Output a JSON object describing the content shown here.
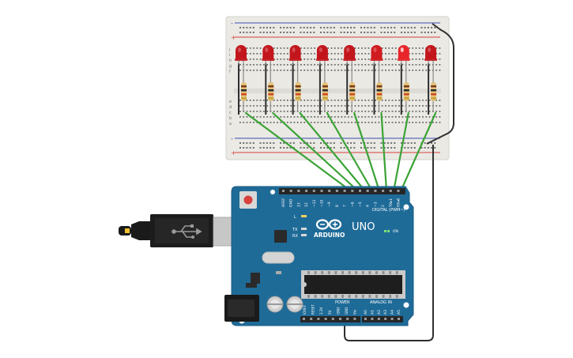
{
  "breadboard": {
    "rail_symbols": [
      "-",
      "+"
    ],
    "row_letters_top": [
      "j",
      "i",
      "h",
      "g",
      "f"
    ],
    "row_letters_bottom": [
      "e",
      "d",
      "c",
      "b",
      "a"
    ],
    "led_count": 8,
    "colors": {
      "board": "#eae9e4",
      "rail_red": "#d9403b",
      "rail_blue": "#3b4fb0",
      "hole": "#6e6e6e"
    }
  },
  "leds": {
    "colors": [
      "#c3161c",
      "#c3161c",
      "#c3161c",
      "#c3161c",
      "#c3161c",
      "#d01b1f",
      "#e8262a",
      "#c3161c"
    ],
    "lit_index": 6
  },
  "wires": {
    "signal_color": "#3aa335",
    "ground_color": "#2f2f2f"
  },
  "arduino": {
    "board_color": "#1f6b98",
    "brand": "ARDUINO",
    "model": "UNO",
    "on_label": "ON",
    "led_labels": [
      "L",
      "TX",
      "RX"
    ],
    "digital_header": "DIGITAL (PWM~)",
    "digital_pins": [
      "AREF",
      "GND",
      "13",
      "12",
      "~11",
      "~10",
      "~9",
      "8",
      "7",
      "~6",
      "~5",
      "4",
      "~3",
      "2",
      "TX▸1",
      "RX◂0"
    ],
    "power_header": "POWER",
    "power_pins": [
      "IOREF",
      "RESET",
      "3.3V",
      "5V",
      "GND",
      "GND",
      "Vin"
    ],
    "analog_header": "ANALOG IN",
    "analog_pins": [
      "A0",
      "A1",
      "A2",
      "A3",
      "A4",
      "A5"
    ]
  },
  "usb": {
    "icon": "usb-icon"
  }
}
